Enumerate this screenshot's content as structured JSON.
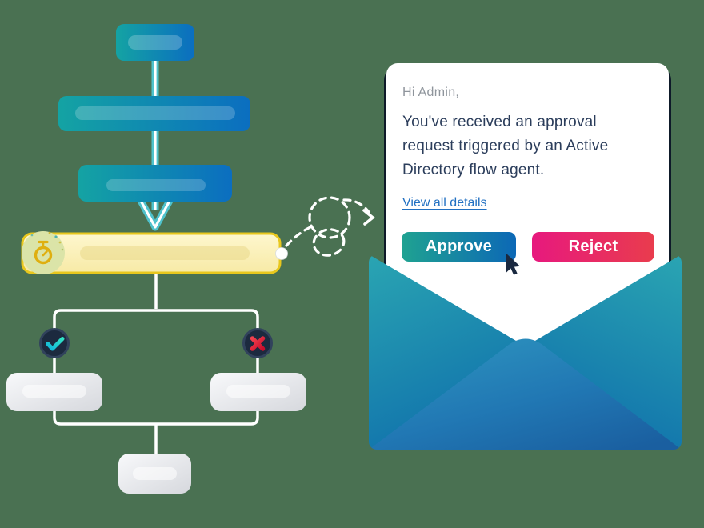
{
  "background_color": "#4A7152",
  "email_card": {
    "greeting": "Hi Admin,",
    "body": "You've received an approval\nrequest triggered by an Active\nDirectory flow agent.",
    "link_label": "View all details",
    "buttons": [
      {
        "label": "Approve",
        "color_from": "#1FA291",
        "color_to": "#0C68B6"
      },
      {
        "label": "Reject",
        "color_from": "#E7197E",
        "color_to": "#E93C4D"
      }
    ]
  },
  "flowchart": {
    "node_count": 7,
    "nodes": [
      {
        "type": "step",
        "icon": ""
      },
      {
        "type": "step",
        "icon": ""
      },
      {
        "type": "step",
        "icon": ""
      },
      {
        "type": "approval-wait",
        "icon": "stopwatch-icon"
      },
      {
        "type": "approved-branch",
        "icon": "checkmark-icon"
      },
      {
        "type": "rejected-branch",
        "icon": "cross-icon"
      },
      {
        "type": "final-step",
        "icon": ""
      }
    ]
  },
  "colors": {
    "bg_color": "#4A7152",
    "shadow_color": "#0E1A29",
    "greeting_color": "#8F959C",
    "body_color": "#2B3D5B",
    "link_color": "#2170C2",
    "approve_from": "#1FA291",
    "approve_to": "#0C68B6",
    "reject_from": "#E7197E",
    "reject_to": "#E93C4D",
    "node_teal": "#14A3A3",
    "node_blue": "#0B6EC0",
    "wait_border": "#E8C71D",
    "wait_fill": "#FDF5C9",
    "timer_gold": "#DFAF10",
    "branch_circle_navy": "#1C2A3F",
    "check_cyan": "#10B6DC",
    "cross_red": "#DD1230",
    "envelope_teal": "#2AA5B2",
    "envelope_blue": "#1173AC",
    "flap_from": "#2E95BF",
    "flap_to": "#1A5FA0"
  }
}
